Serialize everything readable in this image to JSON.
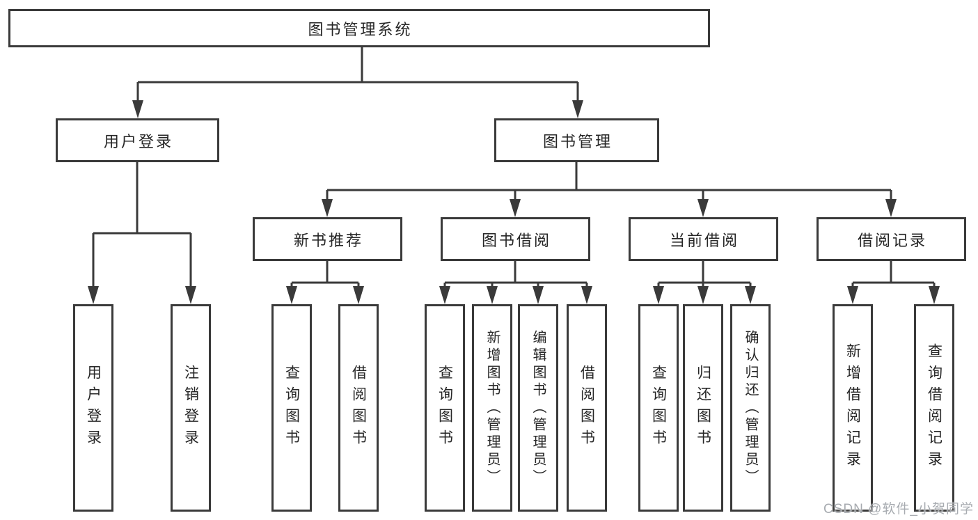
{
  "diagram": {
    "type": "hierarchy-tree",
    "tree": {
      "root": {
        "label": "图书管理系统"
      },
      "children": [
        {
          "label": "用户登录",
          "children": [
            {
              "label": "用户登录"
            },
            {
              "label": "注销登录"
            }
          ]
        },
        {
          "label": "图书管理",
          "children": [
            {
              "label": "新书推荐",
              "children": [
                {
                  "label": "查询图书"
                },
                {
                  "label": "借阅图书"
                }
              ]
            },
            {
              "label": "图书借阅",
              "children": [
                {
                  "label": "查询图书"
                },
                {
                  "label": "新增图书（管理员）"
                },
                {
                  "label": "编辑图书（管理员）"
                },
                {
                  "label": "借阅图书"
                }
              ]
            },
            {
              "label": "当前借阅",
              "children": [
                {
                  "label": "查询图书"
                },
                {
                  "label": "归还图书"
                },
                {
                  "label": "确认归还（管理员）"
                }
              ]
            },
            {
              "label": "借阅记录",
              "children": [
                {
                  "label": "新增借阅记录"
                },
                {
                  "label": "查询借阅记录"
                }
              ]
            }
          ]
        }
      ]
    },
    "colors": {
      "line": "#3a3a3a",
      "box_border": "#3a3a3a",
      "box_fill": "#ffffff",
      "text": "#262626",
      "watermark": "#a7abb0",
      "background": "#ffffff"
    }
  },
  "watermark": "CSDN @软件_小贺同学"
}
